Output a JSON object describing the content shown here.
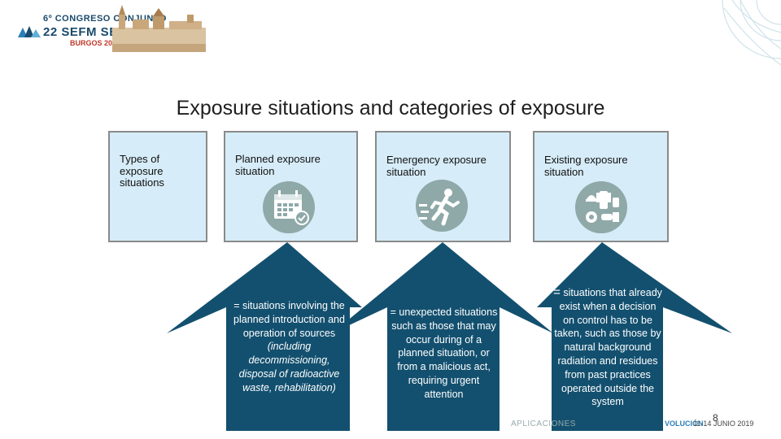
{
  "header": {
    "logo": {
      "line1": "6º CONGRESO CONJUNTO",
      "line2": "22 SEFM SEPR 17",
      "line3": "BURGOS 2019"
    }
  },
  "slide": {
    "title": "Exposure situations and categories of exposure",
    "boxes": {
      "types": "Types of exposure situations",
      "planned": "Planned exposure situation",
      "emergency": "Emergency exposure situation",
      "existing": "Existing exposure situation"
    },
    "icons": {
      "planned": "calendar-check-icon",
      "emergency": "running-person-icon",
      "existing": "protective-equipment-icon"
    },
    "arrows": {
      "planned": {
        "lead": "= situations involving the planned introduction and operation of sources",
        "italic": "(including decommissioning, disposal of radioactive waste, rehabilitation)"
      },
      "emergency": "= unexpected situations such as those that may occur during of a planned situation, or from a malicious act, requiring urgent attention",
      "existing": {
        "eq": "=",
        "text": "situations that already exist when a decision on control has to be taken, such as those by natural background radiation and residues from past practices operated outside the system"
      }
    },
    "page_number": "8"
  },
  "footer": {
    "left": "APLICACIONES",
    "right": "VOLUCIÓN",
    "date": "11-14 JUNIO 2019"
  },
  "colors": {
    "box_fill": "#d6ecf8",
    "arrow_fill": "#13506f",
    "icon_fill": "#8fa8a8"
  }
}
